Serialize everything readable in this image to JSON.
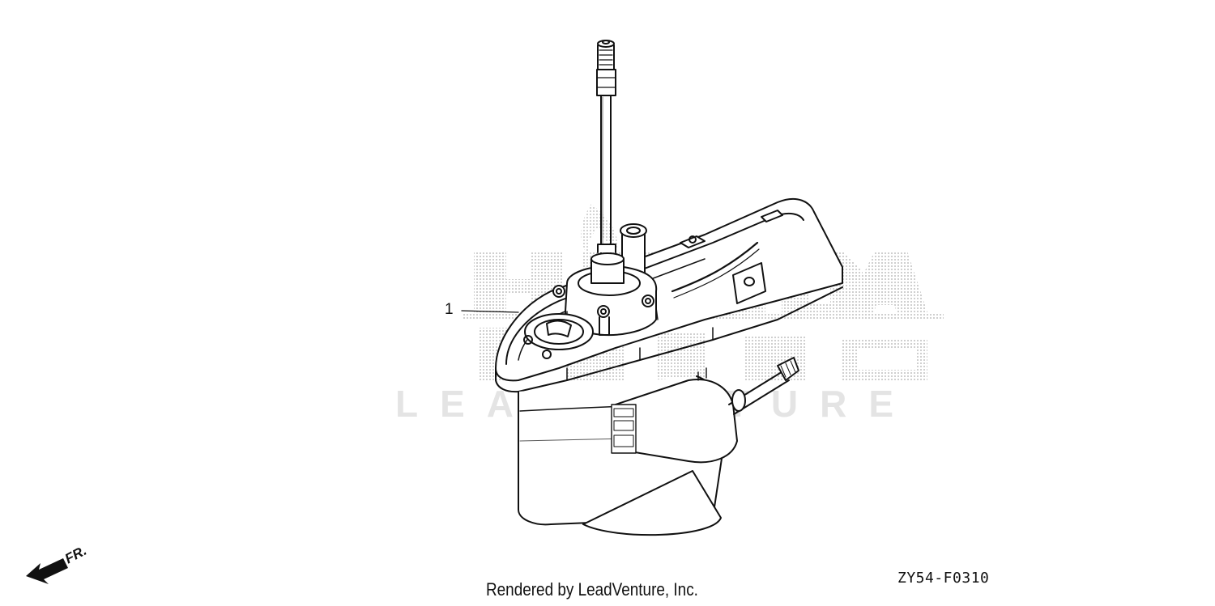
{
  "diagram": {
    "callouts": [
      {
        "number": "1"
      }
    ],
    "part_code": "ZY54-F0310",
    "credit": "Rendered by LeadVenture, Inc.",
    "front_indicator": "FR.",
    "watermark": "LEADVENTURE"
  },
  "icons": {
    "front_arrow": "arrow-down-left-icon",
    "watermark_logo": "flame-logo-icon"
  },
  "colors": {
    "line": "#111111",
    "watermark": "#e4e4e4",
    "background": "#ffffff"
  }
}
